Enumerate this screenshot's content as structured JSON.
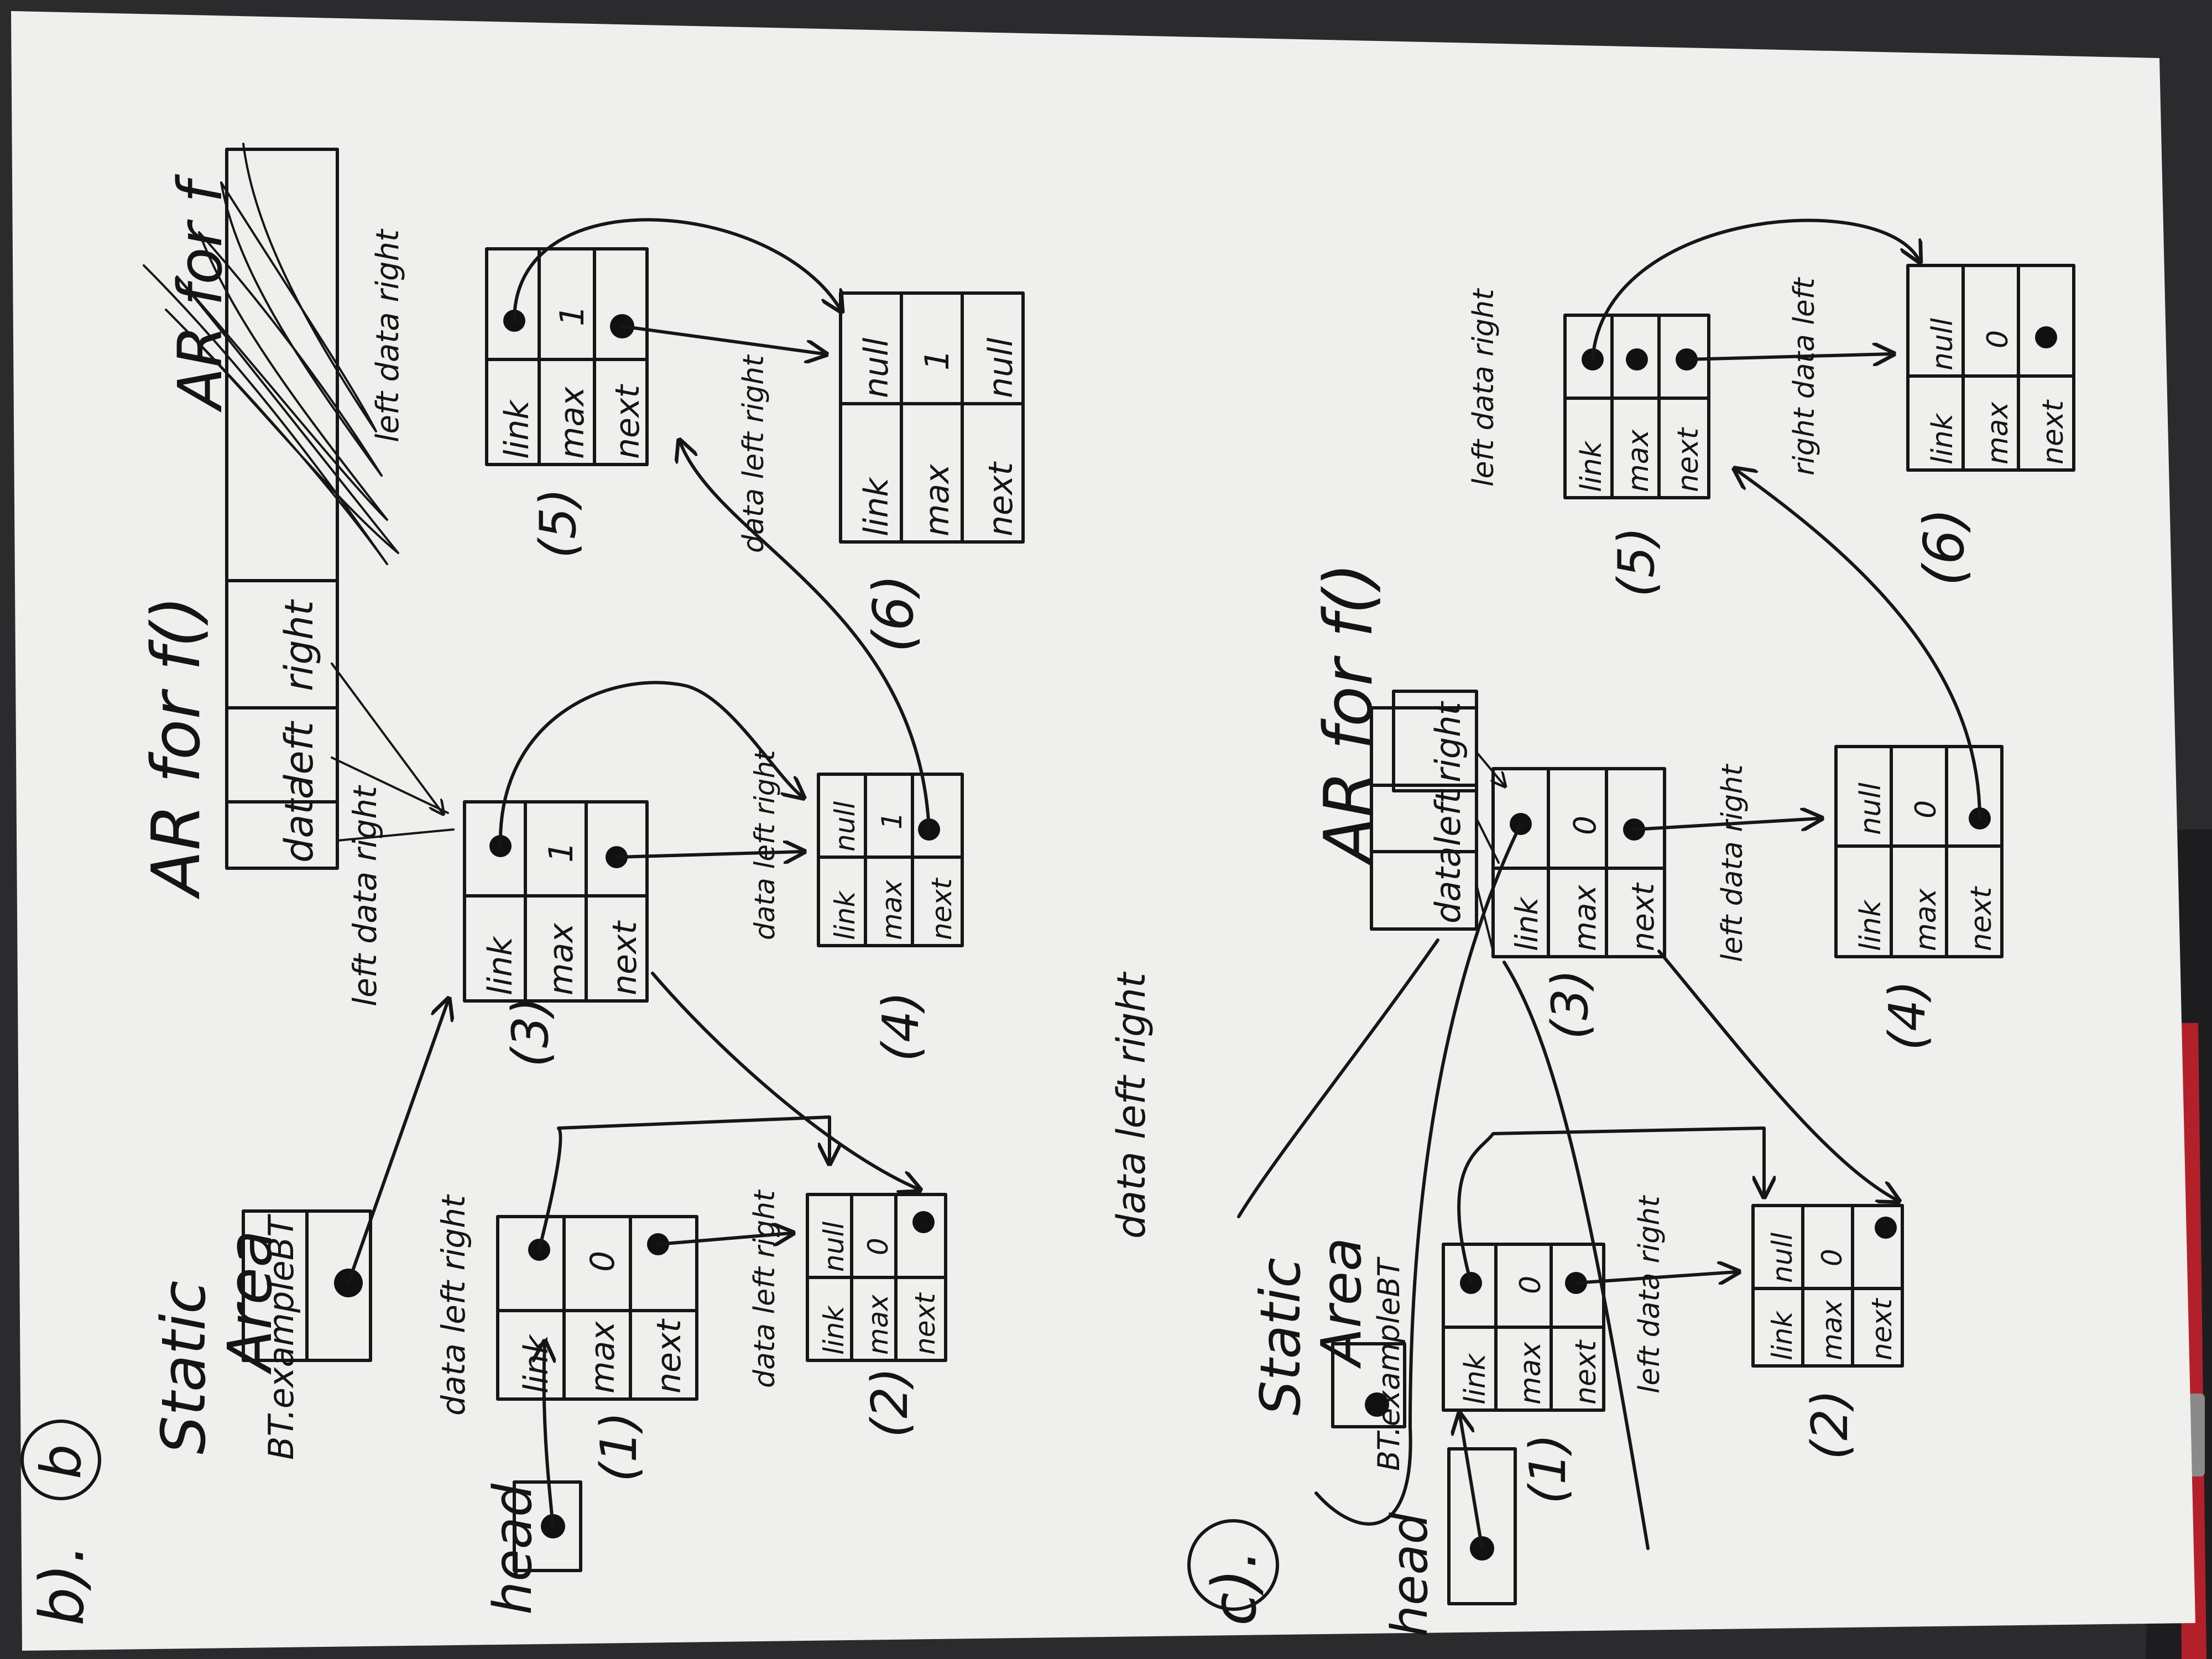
{
  "colors": {
    "paper": "#efefed",
    "ink": "#161616",
    "backdrop": "#2b2b2e",
    "accent": "#b3202a"
  },
  "upper": {
    "label": "b).",
    "number_circle": "b",
    "static_area": {
      "title_1": "Static",
      "title_2": "Area",
      "field": "BT.exampleBT"
    },
    "head": "head",
    "ar_title": "AR for f()",
    "ar_fields": [
      "data",
      "left",
      "right"
    ],
    "scribble": "AR for f",
    "nodes": [
      {
        "number": "(1)",
        "key": "data left right",
        "cells": [
          "link",
          "max",
          "next",
          "",
          "0",
          ""
        ]
      },
      {
        "number": "(2)",
        "key": "data left right",
        "cells": [
          "link",
          "max",
          "next",
          "null",
          "0",
          ""
        ]
      },
      {
        "number": "(3)",
        "key": "left data right",
        "cells": [
          "link",
          "max",
          "next",
          "",
          "1",
          ""
        ]
      },
      {
        "number": "(4)",
        "key": "data left right",
        "cells": [
          "link",
          "max",
          "next",
          "null",
          "1",
          ""
        ]
      },
      {
        "number": "(5)",
        "key": "left data right",
        "cells": [
          "link",
          "max",
          "next",
          "",
          "1",
          ""
        ]
      },
      {
        "number": "(6)",
        "key": "data left right",
        "cells": [
          "link",
          "max",
          "next",
          "null",
          "1",
          "null"
        ]
      }
    ]
  },
  "lower": {
    "label": "c).",
    "number_circle": "c",
    "static_area": {
      "title_1": "Static",
      "title_2": "Area",
      "field": "BT.exampleBT"
    },
    "head": "head",
    "ar_title": "AR for f()",
    "ar_fields": [
      "data",
      "left",
      "right"
    ],
    "floating_key": "data left right",
    "nodes": [
      {
        "number": "(1)",
        "key": "",
        "cells": [
          "link",
          "max",
          "next",
          "",
          "0",
          ""
        ]
      },
      {
        "number": "(2)",
        "key": "left data right",
        "cells": [
          "link",
          "max",
          "next",
          "null",
          "0",
          ""
        ]
      },
      {
        "number": "(3)",
        "key": "",
        "cells": [
          "link",
          "max",
          "next",
          "",
          "0",
          ""
        ]
      },
      {
        "number": "(4)",
        "key": "left data right",
        "cells": [
          "link",
          "max",
          "next",
          "null",
          "0",
          ""
        ]
      },
      {
        "number": "(5)",
        "key": "left data right",
        "cells": [
          "link",
          "max",
          "next",
          "",
          "",
          ""
        ]
      },
      {
        "number": "(6)",
        "key": "right data left",
        "cells": [
          "link",
          "max",
          "next",
          "null",
          "0",
          ""
        ]
      }
    ]
  }
}
